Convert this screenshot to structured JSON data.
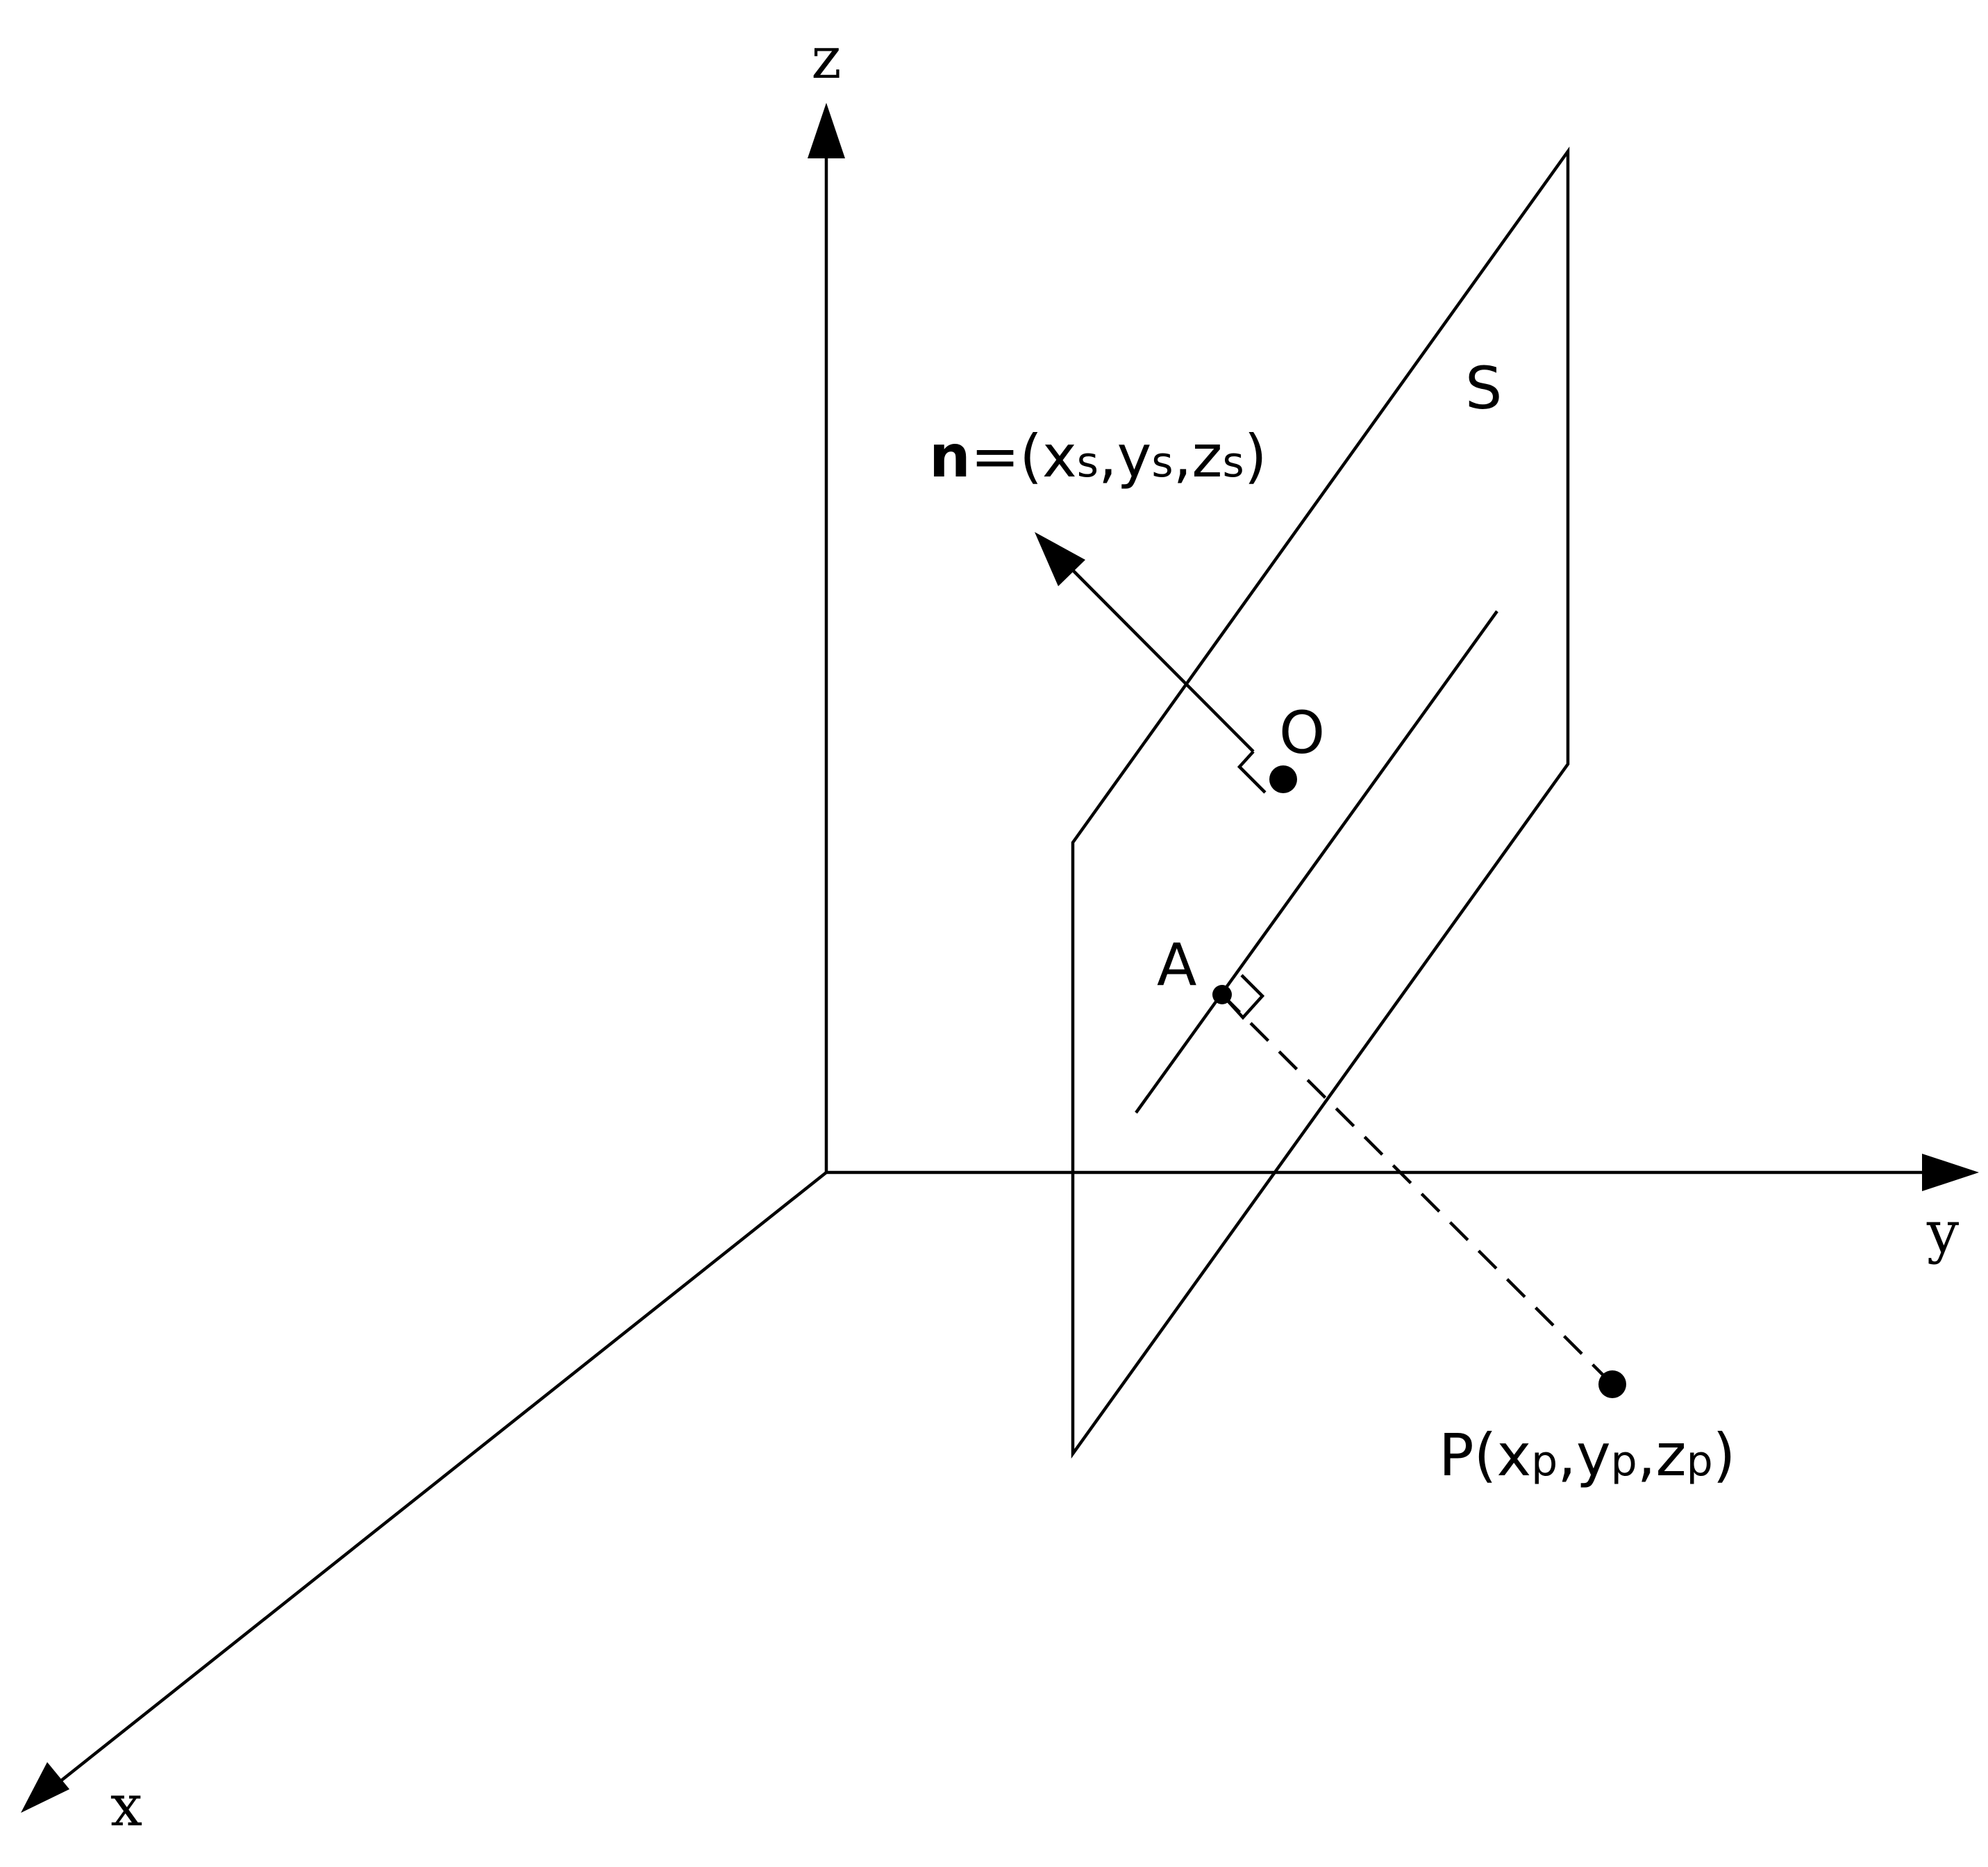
{
  "axes": {
    "z_label": "z",
    "y_label": "y",
    "x_label": "x"
  },
  "plane": {
    "label": "S"
  },
  "normal": {
    "symbol": "n",
    "equals": "=(",
    "c1": "x",
    "c1_sub": "s",
    "sep1": ",",
    "c2": "y",
    "c2_sub": "s",
    "sep2": ",",
    "c3": "z",
    "c3_sub": "s",
    "close": ")"
  },
  "point_O": {
    "label": "O"
  },
  "point_A": {
    "label": "A"
  },
  "point_P": {
    "name": "P",
    "open": "(",
    "c1": "x",
    "c1_sub": "p",
    "sep1": ",",
    "c2": "y",
    "c2_sub": "p",
    "sep2": ",",
    "c3": "z",
    "c3_sub": "p",
    "close": ")"
  },
  "colors": {
    "stroke": "#000000",
    "background": "#ffffff"
  }
}
